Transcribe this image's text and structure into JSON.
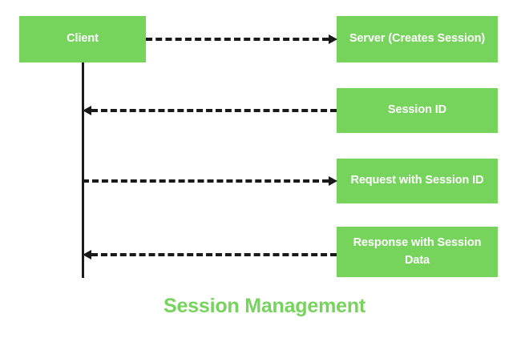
{
  "diagram": {
    "title": "Session Management",
    "colors": {
      "node_fill": "#76d45c",
      "node_text": "#ffffff",
      "line": "#1a1a1a",
      "title": "#76d45c",
      "background": "#ffffff"
    },
    "nodes": [
      {
        "id": "client",
        "label": "Client"
      },
      {
        "id": "server",
        "label": "Server (Creates Session)"
      },
      {
        "id": "session_id",
        "label": "Session ID"
      },
      {
        "id": "request",
        "label": "Request with Session ID"
      },
      {
        "id": "response",
        "label": "Response with Session Data"
      }
    ],
    "messages": [
      {
        "id": "msg-1",
        "from": "client",
        "to": "server",
        "direction": "right",
        "style": "dashed"
      },
      {
        "id": "msg-2",
        "from": "session_id",
        "to": "client",
        "direction": "left",
        "style": "dashed"
      },
      {
        "id": "msg-3",
        "from": "client",
        "to": "request",
        "direction": "right",
        "style": "dashed"
      },
      {
        "id": "msg-4",
        "from": "response",
        "to": "client",
        "direction": "left",
        "style": "dashed"
      }
    ],
    "lifelines": [
      {
        "of": "client"
      }
    ]
  }
}
